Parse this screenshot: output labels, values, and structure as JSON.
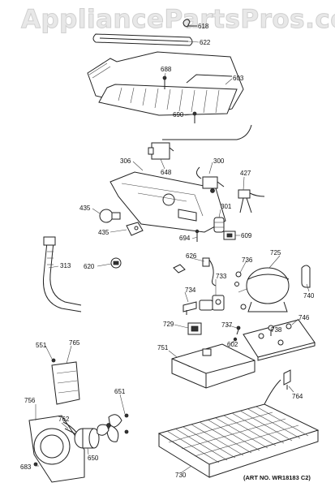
{
  "watermark": "AppliancePartsPros.com",
  "art_number": "(ART NO. WR18183 C2)",
  "callouts": {
    "c618": "618",
    "c622": "622",
    "c688": "688",
    "c603": "603",
    "c690": "690",
    "c306": "306",
    "c648": "648",
    "c300": "300",
    "c427": "427",
    "c435a": "435",
    "c435b": "435",
    "c301": "301",
    "c694": "694",
    "c609": "609",
    "c313": "313",
    "c620": "620",
    "c626": "626",
    "c725": "725",
    "c736": "736",
    "c733": "733",
    "c740": "740",
    "c734": "734",
    "c746": "746",
    "c729": "729",
    "c737": "737",
    "c738": "738",
    "c602": "602",
    "c551": "551",
    "c765": "765",
    "c751": "751",
    "c764": "764",
    "c756": "756",
    "c762": "762",
    "c651": "651",
    "c650": "650",
    "c683": "683",
    "c730": "730"
  }
}
